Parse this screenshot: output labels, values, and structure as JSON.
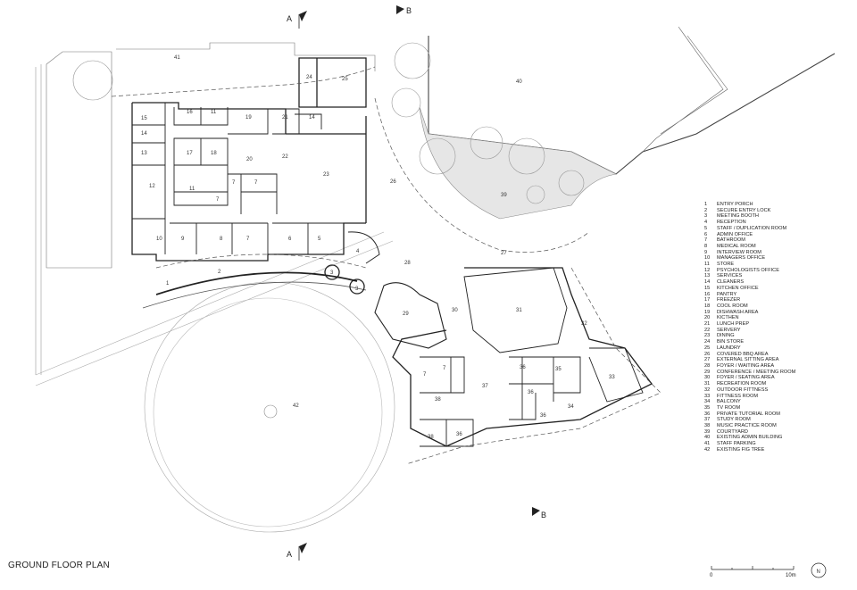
{
  "title": "GROUND FLOOR PLAN",
  "section_markers": {
    "a": "A",
    "b": "B"
  },
  "scale": {
    "start": "0",
    "end": "10m"
  },
  "north": "N",
  "legend": [
    {
      "n": "1",
      "label": "ENTRY PORCH"
    },
    {
      "n": "2",
      "label": "SECURE ENTRY LOCK"
    },
    {
      "n": "3",
      "label": "MEETING BOOTH"
    },
    {
      "n": "4",
      "label": "RECEPTION"
    },
    {
      "n": "5",
      "label": "STAFF / DUPLICATION ROOM"
    },
    {
      "n": "6",
      "label": "ADMIN OFFICE"
    },
    {
      "n": "7",
      "label": "BATHROOM"
    },
    {
      "n": "8",
      "label": "MEDICAL ROOM"
    },
    {
      "n": "9",
      "label": "INTERVIEW ROOM"
    },
    {
      "n": "10",
      "label": "MANAGERS OFFICE"
    },
    {
      "n": "11",
      "label": "STORE"
    },
    {
      "n": "12",
      "label": "PSYCHOLOGISTS OFFICE"
    },
    {
      "n": "13",
      "label": "SERVICES"
    },
    {
      "n": "14",
      "label": "CLEANERS"
    },
    {
      "n": "15",
      "label": "KITCHEN OFFICE"
    },
    {
      "n": "16",
      "label": "PANTRY"
    },
    {
      "n": "17",
      "label": "FREEZER"
    },
    {
      "n": "18",
      "label": "COOL ROOM"
    },
    {
      "n": "19",
      "label": "DISHWASH AREA"
    },
    {
      "n": "20",
      "label": "KICTHEN"
    },
    {
      "n": "21",
      "label": "LUNCH PREP"
    },
    {
      "n": "22",
      "label": "SERVERY"
    },
    {
      "n": "23",
      "label": "DINING"
    },
    {
      "n": "24",
      "label": "BIN STORE"
    },
    {
      "n": "25",
      "label": "LAUNDRY"
    },
    {
      "n": "26",
      "label": "COVERED BBQ AREA"
    },
    {
      "n": "27",
      "label": "EXTERNAL SITTING AREA"
    },
    {
      "n": "28",
      "label": "FOYER / WAITING AREA"
    },
    {
      "n": "29",
      "label": "CONFERENCE / MEETING ROOM"
    },
    {
      "n": "30",
      "label": "FOYER / SEATING AREA"
    },
    {
      "n": "31",
      "label": "RECREATION ROOM"
    },
    {
      "n": "32",
      "label": "OUTDOOR FITTNESS"
    },
    {
      "n": "33",
      "label": "FITTNESS ROOM"
    },
    {
      "n": "34",
      "label": "BALCONY"
    },
    {
      "n": "35",
      "label": "TV ROOM"
    },
    {
      "n": "36",
      "label": "PRIVATE TUTORIAL ROOM"
    },
    {
      "n": "37",
      "label": "STUDY ROOM"
    },
    {
      "n": "38",
      "label": "MUSIC PRACTICE ROOM"
    },
    {
      "n": "39",
      "label": "COURTYARD"
    },
    {
      "n": "40",
      "label": "EXISTING ADMIN BUILDING"
    },
    {
      "n": "41",
      "label": "STAFF PARKING"
    },
    {
      "n": "42",
      "label": "EXISTING FIG TREE"
    }
  ],
  "room_labels": [
    "41",
    "40",
    "24",
    "25",
    "15",
    "16",
    "11",
    "19",
    "21",
    "14",
    "14",
    "13",
    "17",
    "18",
    "20",
    "22",
    "23",
    "12",
    "11",
    "7",
    "7",
    "7",
    "26",
    "39",
    "10",
    "9",
    "8",
    "7",
    "6",
    "5",
    "4",
    "27",
    "1",
    "2",
    "28",
    "3",
    "3",
    "29",
    "30",
    "31",
    "32",
    "7",
    "7",
    "38",
    "36",
    "35",
    "37",
    "33",
    "36",
    "36",
    "34",
    "38",
    "36",
    "42"
  ]
}
